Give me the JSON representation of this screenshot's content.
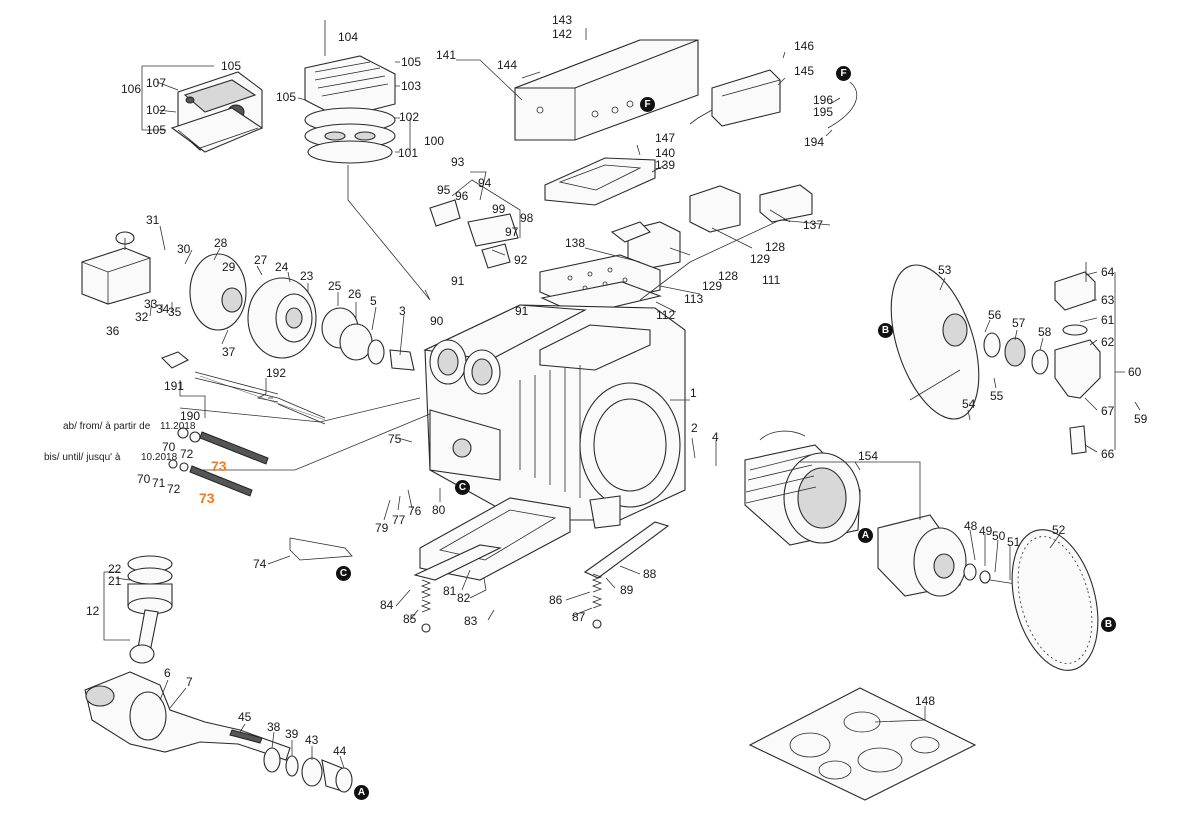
{
  "diagram": {
    "callouts": [
      {
        "id": "c104",
        "text": "104"
      },
      {
        "id": "c105a",
        "text": "105"
      },
      {
        "id": "c103",
        "text": "103"
      },
      {
        "id": "c105b",
        "text": "105"
      },
      {
        "id": "c102a",
        "text": "102"
      },
      {
        "id": "c100",
        "text": "100"
      },
      {
        "id": "c101a",
        "text": "101"
      },
      {
        "id": "c106",
        "text": "106"
      },
      {
        "id": "c107",
        "text": "107"
      },
      {
        "id": "c102b",
        "text": "102"
      },
      {
        "id": "c105c",
        "text": "105"
      },
      {
        "id": "c105d",
        "text": "105"
      },
      {
        "id": "c101b",
        "text": "101"
      },
      {
        "id": "c143",
        "text": "143"
      },
      {
        "id": "c142",
        "text": "142"
      },
      {
        "id": "c141",
        "text": "141"
      },
      {
        "id": "c144",
        "text": "144"
      },
      {
        "id": "c146",
        "text": "146"
      },
      {
        "id": "c145",
        "text": "145"
      },
      {
        "id": "c196",
        "text": "196"
      },
      {
        "id": "c195",
        "text": "195"
      },
      {
        "id": "c194",
        "text": "194"
      },
      {
        "id": "c147",
        "text": "147"
      },
      {
        "id": "c140",
        "text": "140"
      },
      {
        "id": "c139",
        "text": "139"
      },
      {
        "id": "c93",
        "text": "93"
      },
      {
        "id": "c94",
        "text": "94"
      },
      {
        "id": "c95",
        "text": "95"
      },
      {
        "id": "c96",
        "text": "96"
      },
      {
        "id": "c99",
        "text": "99"
      },
      {
        "id": "c98",
        "text": "98"
      },
      {
        "id": "c97",
        "text": "97"
      },
      {
        "id": "c92",
        "text": "92"
      },
      {
        "id": "c137",
        "text": "137"
      },
      {
        "id": "c138",
        "text": "138"
      },
      {
        "id": "c128a",
        "text": "128"
      },
      {
        "id": "c128b",
        "text": "128"
      },
      {
        "id": "c129a",
        "text": "129"
      },
      {
        "id": "c129b",
        "text": "129"
      },
      {
        "id": "c111",
        "text": "111"
      },
      {
        "id": "c113",
        "text": "113"
      },
      {
        "id": "c112",
        "text": "112"
      },
      {
        "id": "c91a",
        "text": "91"
      },
      {
        "id": "c91b",
        "text": "91"
      },
      {
        "id": "c90",
        "text": "90"
      },
      {
        "id": "c31",
        "text": "31"
      },
      {
        "id": "c30",
        "text": "30"
      },
      {
        "id": "c28",
        "text": "28"
      },
      {
        "id": "c29",
        "text": "29"
      },
      {
        "id": "c27",
        "text": "27"
      },
      {
        "id": "c24",
        "text": "24"
      },
      {
        "id": "c23",
        "text": "23"
      },
      {
        "id": "c25",
        "text": "25"
      },
      {
        "id": "c26",
        "text": "26"
      },
      {
        "id": "c5a",
        "text": "5"
      },
      {
        "id": "c3",
        "text": "3"
      },
      {
        "id": "c33",
        "text": "33"
      },
      {
        "id": "c34",
        "text": "34"
      },
      {
        "id": "c35",
        "text": "35"
      },
      {
        "id": "c32",
        "text": "32"
      },
      {
        "id": "c36",
        "text": "36"
      },
      {
        "id": "c37",
        "text": "37"
      },
      {
        "id": "c191",
        "text": "191"
      },
      {
        "id": "c192",
        "text": "192"
      },
      {
        "id": "c190",
        "text": "190"
      },
      {
        "id": "c72a",
        "text": "72"
      },
      {
        "id": "c70a",
        "text": "70"
      },
      {
        "id": "c70b",
        "text": "70"
      },
      {
        "id": "c71",
        "text": "71"
      },
      {
        "id": "c72b",
        "text": "72"
      },
      {
        "id": "c75",
        "text": "75"
      },
      {
        "id": "c1",
        "text": "1"
      },
      {
        "id": "c2",
        "text": "2"
      },
      {
        "id": "c4",
        "text": "4"
      },
      {
        "id": "c154",
        "text": "154"
      },
      {
        "id": "c53",
        "text": "53"
      },
      {
        "id": "c64",
        "text": "64"
      },
      {
        "id": "c63",
        "text": "63"
      },
      {
        "id": "c61",
        "text": "61"
      },
      {
        "id": "c62",
        "text": "62"
      },
      {
        "id": "c60",
        "text": "60"
      },
      {
        "id": "c56",
        "text": "56"
      },
      {
        "id": "c57",
        "text": "57"
      },
      {
        "id": "c58",
        "text": "58"
      },
      {
        "id": "c55",
        "text": "55"
      },
      {
        "id": "c54",
        "text": "54"
      },
      {
        "id": "c67",
        "text": "67"
      },
      {
        "id": "c59",
        "text": "59"
      },
      {
        "id": "c66",
        "text": "66"
      },
      {
        "id": "c79",
        "text": "79"
      },
      {
        "id": "c77",
        "text": "77"
      },
      {
        "id": "c76",
        "text": "76"
      },
      {
        "id": "c80",
        "text": "80"
      },
      {
        "id": "c74",
        "text": "74"
      },
      {
        "id": "c81",
        "text": "81"
      },
      {
        "id": "c82",
        "text": "82"
      },
      {
        "id": "c84",
        "text": "84"
      },
      {
        "id": "c85",
        "text": "85"
      },
      {
        "id": "c83",
        "text": "83"
      },
      {
        "id": "c88",
        "text": "88"
      },
      {
        "id": "c89",
        "text": "89"
      },
      {
        "id": "c86",
        "text": "86"
      },
      {
        "id": "c87",
        "text": "87"
      },
      {
        "id": "c48",
        "text": "48"
      },
      {
        "id": "c49",
        "text": "49"
      },
      {
        "id": "c50",
        "text": "50"
      },
      {
        "id": "c51",
        "text": "51"
      },
      {
        "id": "c52",
        "text": "52"
      },
      {
        "id": "c22",
        "text": "22"
      },
      {
        "id": "c21",
        "text": "21"
      },
      {
        "id": "c12",
        "text": "12"
      },
      {
        "id": "c6",
        "text": "6"
      },
      {
        "id": "c7",
        "text": "7"
      },
      {
        "id": "c45",
        "text": "45"
      },
      {
        "id": "c38",
        "text": "38"
      },
      {
        "id": "c39",
        "text": "39"
      },
      {
        "id": "c43",
        "text": "43"
      },
      {
        "id": "c44",
        "text": "44"
      },
      {
        "id": "c148",
        "text": "148"
      }
    ],
    "highlighted_callouts": [
      {
        "id": "h73a",
        "text": "73"
      },
      {
        "id": "h73b",
        "text": "73"
      }
    ],
    "notes": [
      {
        "id": "from",
        "text": "ab/ from/ à partir de"
      },
      {
        "id": "from_date",
        "text": "11.2018"
      },
      {
        "id": "until",
        "text": "bis/ until/ jusqu' à"
      },
      {
        "id": "until_date",
        "text": "10.2018"
      }
    ],
    "markers": [
      {
        "id": "mF1",
        "text": "F"
      },
      {
        "id": "mF2",
        "text": "F"
      },
      {
        "id": "mB1",
        "text": "B"
      },
      {
        "id": "mB2",
        "text": "B"
      },
      {
        "id": "mC1",
        "text": "C"
      },
      {
        "id": "mC2",
        "text": "C"
      },
      {
        "id": "mA1",
        "text": "A"
      },
      {
        "id": "mA2",
        "text": "A"
      }
    ],
    "colors": {
      "highlight": "#f07b22",
      "line": "#333333",
      "marker": "#111111",
      "background": "#ffffff"
    }
  }
}
